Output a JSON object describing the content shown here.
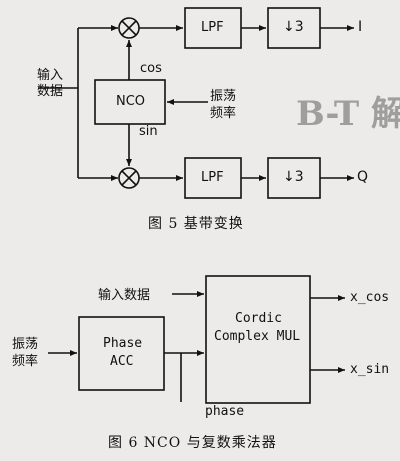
{
  "figure5": {
    "caption": "图 5  基带变换",
    "input_label_line1": "输入",
    "input_label_line2": "数据",
    "cos_label": "cos",
    "sin_label": "sin",
    "nco_label": "NCO",
    "osc_label_line1": "振荡",
    "osc_label_line2": "频率",
    "lpf_top": "LPF",
    "lpf_bottom": "LPF",
    "decim_top": "↓3",
    "decim_bottom": "↓3",
    "out_i": "I",
    "out_q": "Q"
  },
  "figure6": {
    "caption": "图 6  NCO 与复数乘法器",
    "input_data_label": "输入数据",
    "osc_label_line1": "振荡",
    "osc_label_line2": "频率",
    "phase_acc_line1": "Phase",
    "phase_acc_line2": "ACC",
    "cordic_line1": "Cordic",
    "cordic_line2": "Complex MUL",
    "out_cos": "x_cos",
    "out_sin": "x_sin",
    "phase_label": "phase"
  },
  "background_text": {
    "right_heading_fragment": "B-T 解"
  }
}
